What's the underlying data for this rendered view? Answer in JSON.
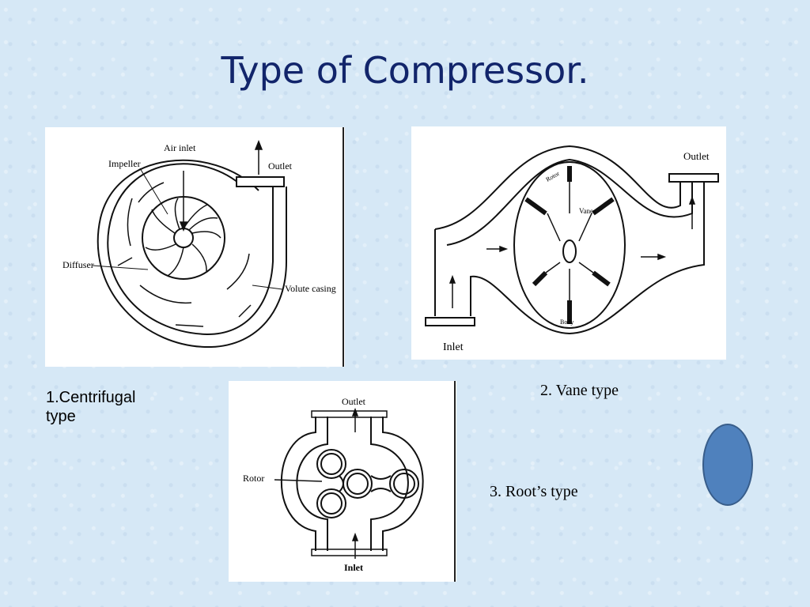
{
  "slide": {
    "title": "Type of Compressor."
  },
  "centrifugal": {
    "caption_line1": "1.Centrifugal",
    "caption_line2": "type",
    "labels": {
      "air_inlet": "Air inlet",
      "impeller": "Impeller",
      "outlet": "Outlet",
      "diffuser": "Diffuser",
      "volute_casing": "Volute casing"
    }
  },
  "vane": {
    "caption": "2. Vane type",
    "labels": {
      "outlet": "Outlet",
      "vanes": "Vanes",
      "inlet": "Inlet",
      "rotor": "Rotor",
      "body": "Body"
    }
  },
  "roots": {
    "caption": "3. Root’s type",
    "labels": {
      "outlet": "Outlet",
      "rotor": "Rotor",
      "inlet": "Inlet"
    }
  },
  "colors": {
    "title": "#12256b",
    "background": "#d6e8f6",
    "oval_fill": "#4f81bd",
    "oval_border": "#385d8a"
  }
}
